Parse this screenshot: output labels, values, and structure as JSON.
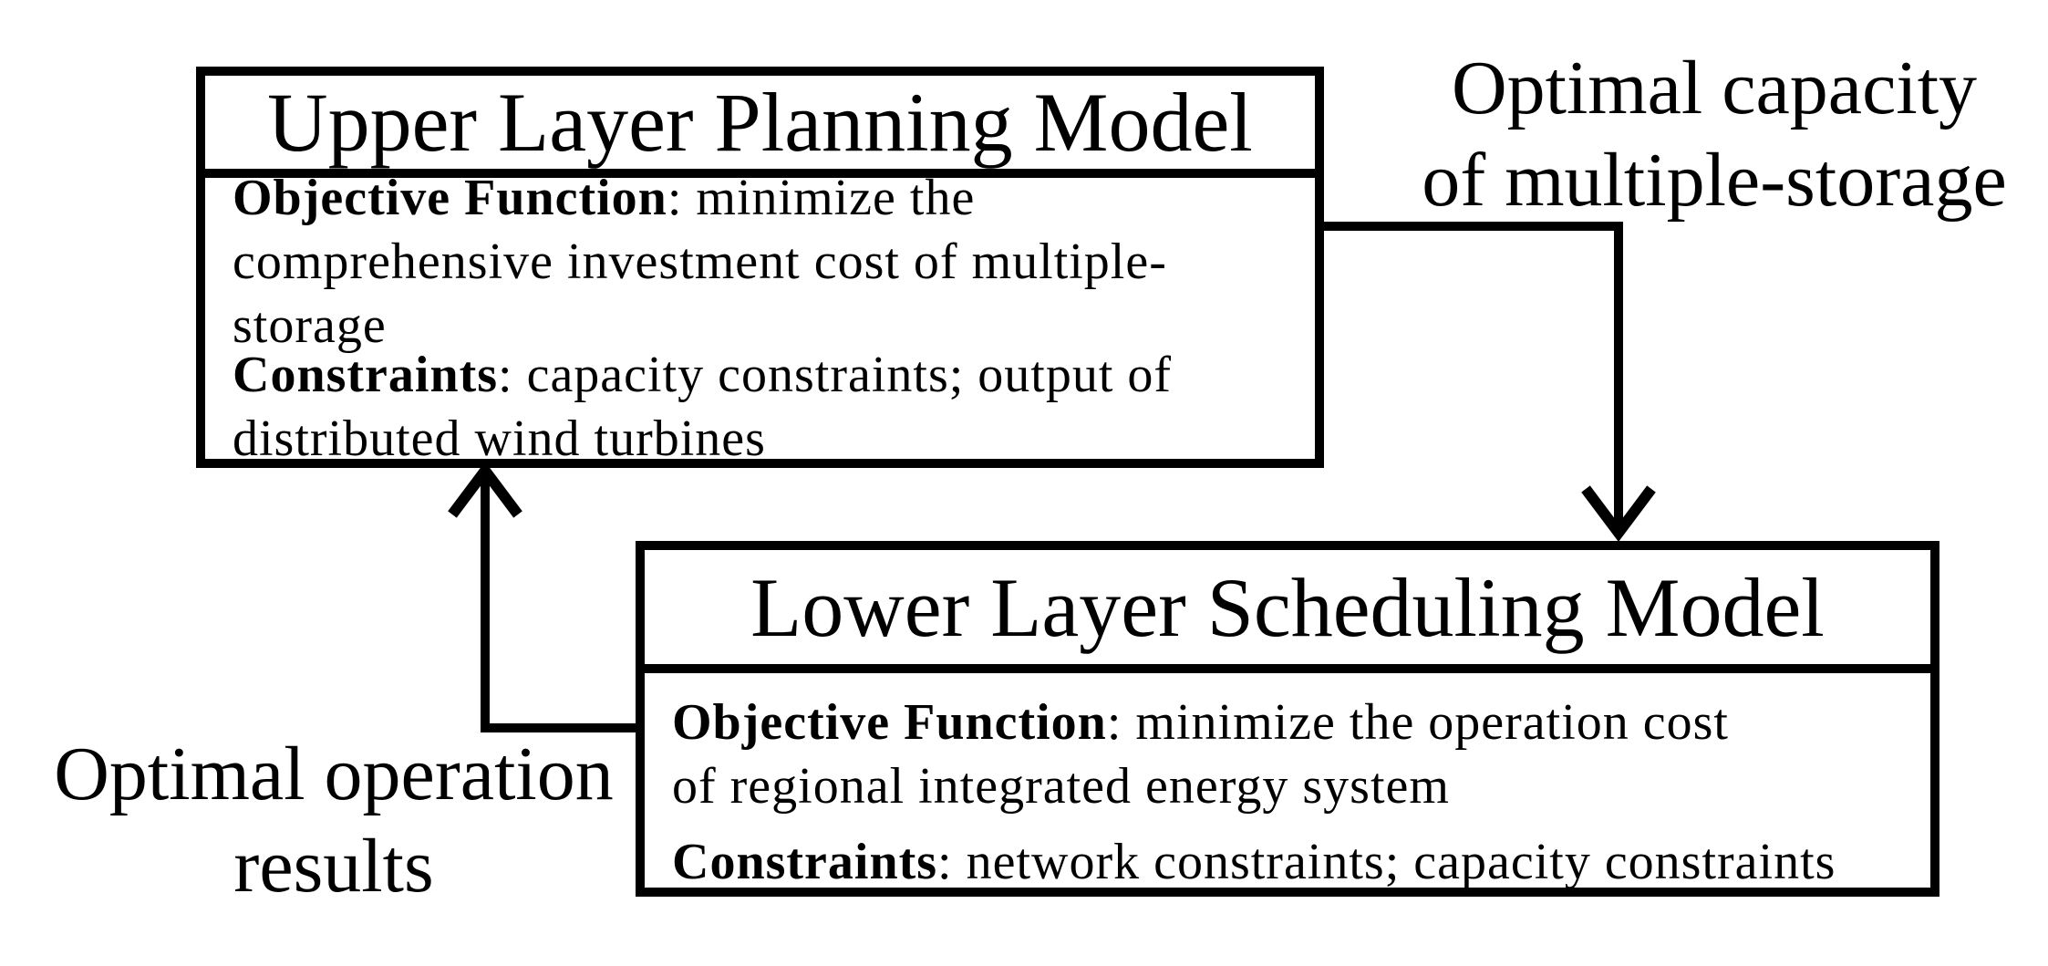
{
  "colors": {
    "ink": "#000000",
    "background": "#ffffff"
  },
  "upper_box": {
    "title": "Upper Layer Planning Model",
    "body": [
      {
        "b": "Objective Function",
        "t": ": minimize the"
      },
      {
        "b": "",
        "t": "comprehensive investment cost of multiple-"
      },
      {
        "b": "",
        "t": "storage"
      },
      {
        "b": "Constraints",
        "t": ": capacity constraints; output of"
      },
      {
        "b": "",
        "t": "distributed wind turbines"
      }
    ]
  },
  "lower_box": {
    "title": "Lower Layer Scheduling Model",
    "body": [
      {
        "b": "Objective Function",
        "t": ": minimize the operation cost"
      },
      {
        "b": "",
        "t": "of regional integrated energy system"
      },
      {
        "b": "Constraints",
        "t": ": network constraints; capacity constraints"
      }
    ]
  },
  "labels": {
    "optimal_capacity": {
      "line1": "Optimal capacity",
      "line2": "of multiple-storage"
    },
    "optimal_operation": {
      "line1": "Optimal operation",
      "line2": "results"
    }
  }
}
